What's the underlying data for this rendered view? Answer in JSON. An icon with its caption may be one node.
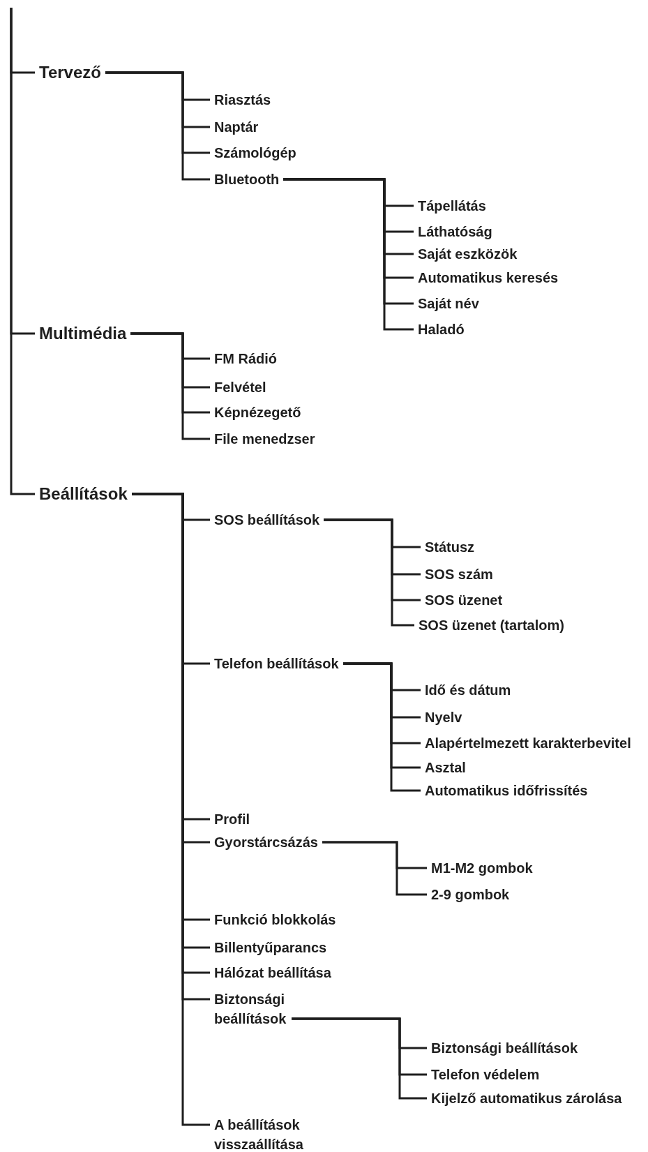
{
  "diagram": {
    "nodes": [
      {
        "text": [
          "Tervező"
        ]
      },
      {
        "text": [
          "Riasztás"
        ]
      },
      {
        "text": [
          "Naptár"
        ]
      },
      {
        "text": [
          "Számológép"
        ]
      },
      {
        "text": [
          "Bluetooth"
        ]
      },
      {
        "text": [
          "Tápellátás"
        ]
      },
      {
        "text": [
          "Láthatóság"
        ]
      },
      {
        "text": [
          "Saját eszközök"
        ]
      },
      {
        "text": [
          "Automatikus keresés"
        ]
      },
      {
        "text": [
          "Saját név"
        ]
      },
      {
        "text": [
          "Haladó"
        ]
      },
      {
        "text": [
          "Multimédia"
        ]
      },
      {
        "text": [
          "FM Rádió"
        ]
      },
      {
        "text": [
          "Felvétel"
        ]
      },
      {
        "text": [
          "Képnézegető"
        ]
      },
      {
        "text": [
          "File menedzser"
        ]
      },
      {
        "text": [
          "Beállítások"
        ]
      },
      {
        "text": [
          "SOS beállítások"
        ]
      },
      {
        "text": [
          "Státusz"
        ]
      },
      {
        "text": [
          "SOS szám"
        ]
      },
      {
        "text": [
          "SOS üzenet"
        ]
      },
      {
        "text": [
          "SOS üzenet (tartalom)"
        ]
      },
      {
        "text": [
          "Telefon beállítások"
        ]
      },
      {
        "text": [
          "Idő és dátum"
        ]
      },
      {
        "text": [
          "Nyelv"
        ]
      },
      {
        "text": [
          "Alapértelmezett karakterbevitel"
        ]
      },
      {
        "text": [
          "Asztal"
        ]
      },
      {
        "text": [
          "Automatikus időfrissítés"
        ]
      },
      {
        "text": [
          "Profil"
        ]
      },
      {
        "text": [
          "Gyorstárcsázás"
        ]
      },
      {
        "text": [
          "M1-M2 gombok"
        ]
      },
      {
        "text": [
          "2-9 gombok"
        ]
      },
      {
        "text": [
          "Funkció blokkolás"
        ]
      },
      {
        "text": [
          "Billentyűparancs"
        ]
      },
      {
        "text": [
          "Hálózat beállítása"
        ]
      },
      {
        "text": [
          "Biztonsági beállítások"
        ]
      },
      {
        "text": [
          "Biztonsági beállítások"
        ]
      },
      {
        "text": [
          "Telefon védelem"
        ]
      },
      {
        "text": [
          "Kijelző automatikus zárolása"
        ]
      },
      {
        "text": [
          "A beállítások visszaállítása"
        ]
      }
    ],
    "edges": [
      {
        "from": null,
        "to": 0,
        "arrow": "none"
      },
      {
        "from": 0,
        "to": 1,
        "arrow": "none"
      },
      {
        "from": 0,
        "to": 2,
        "arrow": "none"
      },
      {
        "from": 0,
        "to": 3,
        "arrow": "none"
      },
      {
        "from": 0,
        "to": 4,
        "arrow": "none"
      },
      {
        "from": 4,
        "to": 5,
        "arrow": "none"
      },
      {
        "from": 4,
        "to": 6,
        "arrow": "none"
      },
      {
        "from": 4,
        "to": 7,
        "arrow": "none"
      },
      {
        "from": 4,
        "to": 8,
        "arrow": "none"
      },
      {
        "from": 4,
        "to": 9,
        "arrow": "none"
      },
      {
        "from": 4,
        "to": 10,
        "arrow": "none"
      },
      {
        "from": null,
        "to": 11,
        "arrow": "none"
      },
      {
        "from": 11,
        "to": 12,
        "arrow": "none"
      },
      {
        "from": 11,
        "to": 13,
        "arrow": "none"
      },
      {
        "from": 11,
        "to": 14,
        "arrow": "none"
      },
      {
        "from": 11,
        "to": 15,
        "arrow": "none"
      },
      {
        "from": null,
        "to": 16,
        "arrow": "none"
      },
      {
        "from": 16,
        "to": 17,
        "arrow": "none"
      },
      {
        "from": 17,
        "to": 18,
        "arrow": "none"
      },
      {
        "from": 17,
        "to": 19,
        "arrow": "none"
      },
      {
        "from": 17,
        "to": 20,
        "arrow": "none"
      },
      {
        "from": 17,
        "to": 21,
        "arrow": "none"
      },
      {
        "from": 16,
        "to": 22,
        "arrow": "none"
      },
      {
        "from": 22,
        "to": 23,
        "arrow": "none"
      },
      {
        "from": 22,
        "to": 24,
        "arrow": "none"
      },
      {
        "from": 22,
        "to": 25,
        "arrow": "none"
      },
      {
        "from": 22,
        "to": 26,
        "arrow": "none"
      },
      {
        "from": 22,
        "to": 27,
        "arrow": "none"
      },
      {
        "from": 16,
        "to": 28,
        "arrow": "none"
      },
      {
        "from": 16,
        "to": 29,
        "arrow": "none"
      },
      {
        "from": 29,
        "to": 30,
        "arrow": "none"
      },
      {
        "from": 29,
        "to": 31,
        "arrow": "none"
      },
      {
        "from": 16,
        "to": 32,
        "arrow": "none"
      },
      {
        "from": 16,
        "to": 33,
        "arrow": "none"
      },
      {
        "from": 16,
        "to": 34,
        "arrow": "none"
      },
      {
        "from": 16,
        "to": 35,
        "arrow": "none"
      },
      {
        "from": 35,
        "to": 36,
        "arrow": "none"
      },
      {
        "from": 35,
        "to": 37,
        "arrow": "none"
      },
      {
        "from": 35,
        "to": 38,
        "arrow": "none"
      },
      {
        "from": 16,
        "to": 39,
        "arrow": "none"
      }
    ]
  }
}
